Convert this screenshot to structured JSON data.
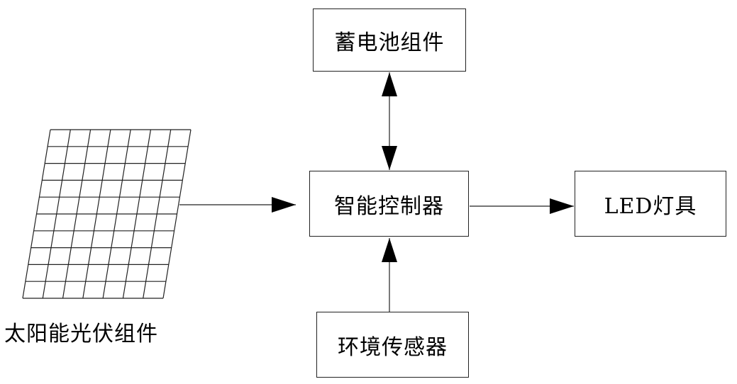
{
  "nodes": {
    "battery": "蓄电池组件",
    "controller": "智能控制器",
    "led": "LED灯具",
    "sensor": "环境传感器",
    "solar": "太阳能光伏组件"
  },
  "edges": [
    {
      "from": "solar",
      "to": "controller",
      "direction": "forward"
    },
    {
      "from": "battery",
      "to": "controller",
      "direction": "both"
    },
    {
      "from": "controller",
      "to": "led",
      "direction": "forward"
    },
    {
      "from": "sensor",
      "to": "controller",
      "direction": "forward"
    }
  ],
  "colors": {
    "line": "#222222",
    "background": "#ffffff"
  },
  "icons": {
    "solar_panel": "solar-panel-grid-icon"
  }
}
